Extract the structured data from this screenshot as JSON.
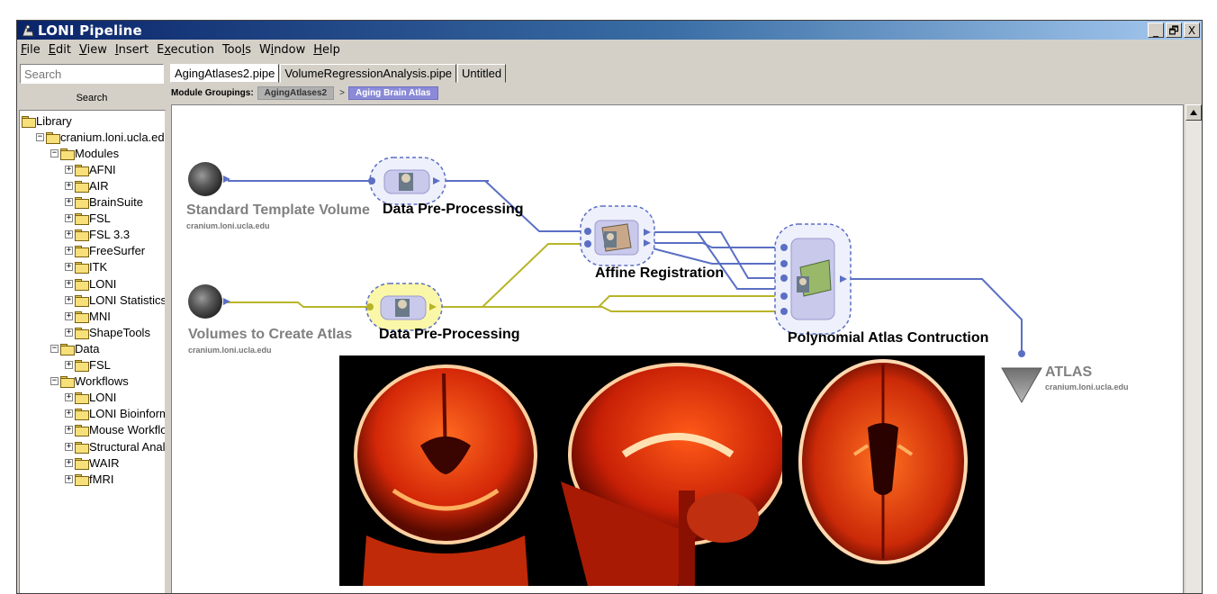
{
  "window": {
    "title": "LONI Pipeline",
    "controls": [
      "_",
      "🗗",
      "X"
    ]
  },
  "menu": [
    {
      "label": "File",
      "u": "F",
      "rest": "ile"
    },
    {
      "label": "Edit",
      "u": "E",
      "rest": "dit"
    },
    {
      "label": "View",
      "u": "V",
      "rest": "iew"
    },
    {
      "label": "Insert",
      "u": "I",
      "rest": "nsert"
    },
    {
      "label": "Execution",
      "pre": "E",
      "u": "x",
      "rest": "ecution"
    },
    {
      "label": "Tools",
      "pre": "Too",
      "u": "l",
      "rest": "s"
    },
    {
      "label": "Window",
      "pre": "W",
      "u": "i",
      "rest": "ndow"
    },
    {
      "label": "Help",
      "u": "H",
      "rest": "elp"
    }
  ],
  "sidebar": {
    "search_placeholder": "Search",
    "search_button": "Search",
    "tree": [
      {
        "label": "Library",
        "level": 0,
        "exp": "",
        "open": true
      },
      {
        "label": "cranium.loni.ucla.edu",
        "level": 1,
        "exp": "−",
        "open": true
      },
      {
        "label": "Modules",
        "level": 2,
        "exp": "−",
        "open": true
      },
      {
        "label": "AFNI",
        "level": 3,
        "exp": "+"
      },
      {
        "label": "AIR",
        "level": 3,
        "exp": "+"
      },
      {
        "label": "BrainSuite",
        "level": 3,
        "exp": "+"
      },
      {
        "label": "FSL",
        "level": 3,
        "exp": "+"
      },
      {
        "label": "FSL 3.3",
        "level": 3,
        "exp": "+"
      },
      {
        "label": "FreeSurfer",
        "level": 3,
        "exp": "+"
      },
      {
        "label": "ITK",
        "level": 3,
        "exp": "+"
      },
      {
        "label": "LONI",
        "level": 3,
        "exp": "+"
      },
      {
        "label": "LONI Statistics",
        "level": 3,
        "exp": "+"
      },
      {
        "label": "MNI",
        "level": 3,
        "exp": "+"
      },
      {
        "label": "ShapeTools",
        "level": 3,
        "exp": "+"
      },
      {
        "label": "Data",
        "level": 2,
        "exp": "−",
        "open": true
      },
      {
        "label": "FSL",
        "level": 3,
        "exp": "+"
      },
      {
        "label": "Workflows",
        "level": 2,
        "exp": "−",
        "open": true
      },
      {
        "label": "LONI",
        "level": 3,
        "exp": "+"
      },
      {
        "label": "LONI Bioinforma",
        "level": 3,
        "exp": "+"
      },
      {
        "label": "Mouse Workflow",
        "level": 3,
        "exp": "+"
      },
      {
        "label": "Structural Analys",
        "level": 3,
        "exp": "+"
      },
      {
        "label": "WAIR",
        "level": 3,
        "exp": "+"
      },
      {
        "label": "fMRI",
        "level": 3,
        "exp": "+"
      }
    ]
  },
  "tabs": [
    {
      "label": "AgingAtlases2.pipe",
      "active": true
    },
    {
      "label": "VolumeRegressionAnalysis.pipe",
      "active": false
    },
    {
      "label": "Untitled",
      "active": false
    }
  ],
  "groupings": {
    "label": "Module Groupings:",
    "crumbs": [
      "AgingAtlases2",
      "Aging Brain Atlas"
    ],
    "separator": ">"
  },
  "workflow": {
    "input1": {
      "name": "Standard Template Volume",
      "server": "cranium.loni.ucla.edu"
    },
    "input2": {
      "name": "Volumes to Create Atlas",
      "server": "cranium.loni.ucla.edu"
    },
    "module1": {
      "name": "Data Pre-Processing"
    },
    "module2": {
      "name": "Data Pre-Processing"
    },
    "module3": {
      "name": "Affine Registration"
    },
    "module4": {
      "name": "Polynomial Atlas Contruction"
    },
    "output": {
      "name": "ATLAS",
      "server": "cranium.loni.ucla.edu"
    }
  },
  "colors": {
    "blue_wire": "#5b6fc4",
    "yellow_wire": "#b8b428",
    "module_fill": "#c9c9ec",
    "title_start": "#0a246a"
  }
}
